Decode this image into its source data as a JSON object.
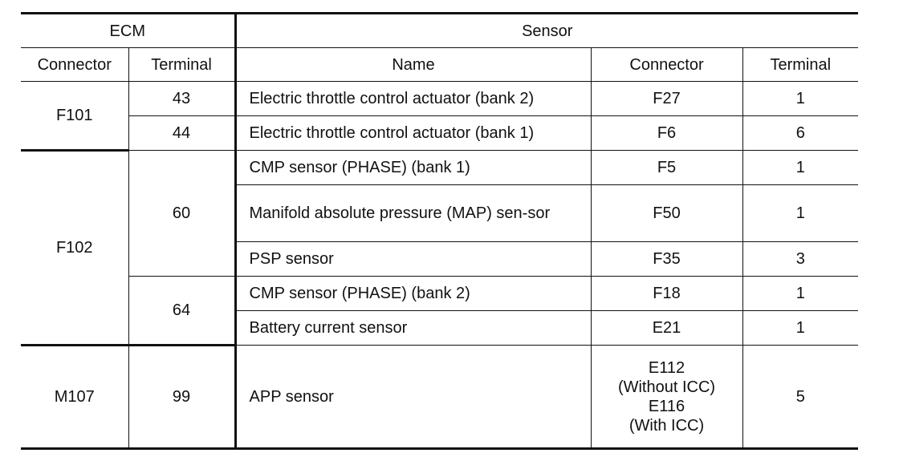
{
  "table": {
    "header": {
      "ecm": "ECM",
      "sensor": "Sensor",
      "ecm_connector": "Connector",
      "ecm_terminal": "Terminal",
      "sensor_name": "Name",
      "sensor_connector": "Connector",
      "sensor_terminal": "Terminal"
    },
    "groups": [
      {
        "ecm_connector": "F101",
        "terminals": [
          {
            "terminal": "43",
            "sensors": [
              {
                "name": "Electric throttle control actuator (bank 2)",
                "connector": "F27",
                "terminal": "1"
              }
            ]
          },
          {
            "terminal": "44",
            "sensors": [
              {
                "name": "Electric throttle control actuator (bank 1)",
                "connector": "F6",
                "terminal": "6"
              }
            ]
          }
        ]
      },
      {
        "ecm_connector": "F102",
        "terminals": [
          {
            "terminal": "60",
            "sensors": [
              {
                "name": "CMP sensor (PHASE) (bank 1)",
                "connector": "F5",
                "terminal": "1"
              },
              {
                "name": "Manifold absolute pressure (MAP) sen-sor",
                "connector": "F50",
                "terminal": "1"
              },
              {
                "name": "PSP sensor",
                "connector": "F35",
                "terminal": "3"
              }
            ]
          },
          {
            "terminal": "64",
            "sensors": [
              {
                "name": "CMP sensor (PHASE) (bank 2)",
                "connector": "F18",
                "terminal": "1"
              },
              {
                "name": "Battery current sensor",
                "connector": "E21",
                "terminal": "1"
              }
            ]
          }
        ]
      },
      {
        "ecm_connector": "M107",
        "terminals": [
          {
            "terminal": "99",
            "sensors": [
              {
                "name": "APP sensor",
                "connector_lines": [
                  "E112",
                  "(Without ICC)",
                  "E116",
                  "(With ICC)"
                ],
                "terminal": "5"
              }
            ]
          }
        ]
      }
    ]
  }
}
